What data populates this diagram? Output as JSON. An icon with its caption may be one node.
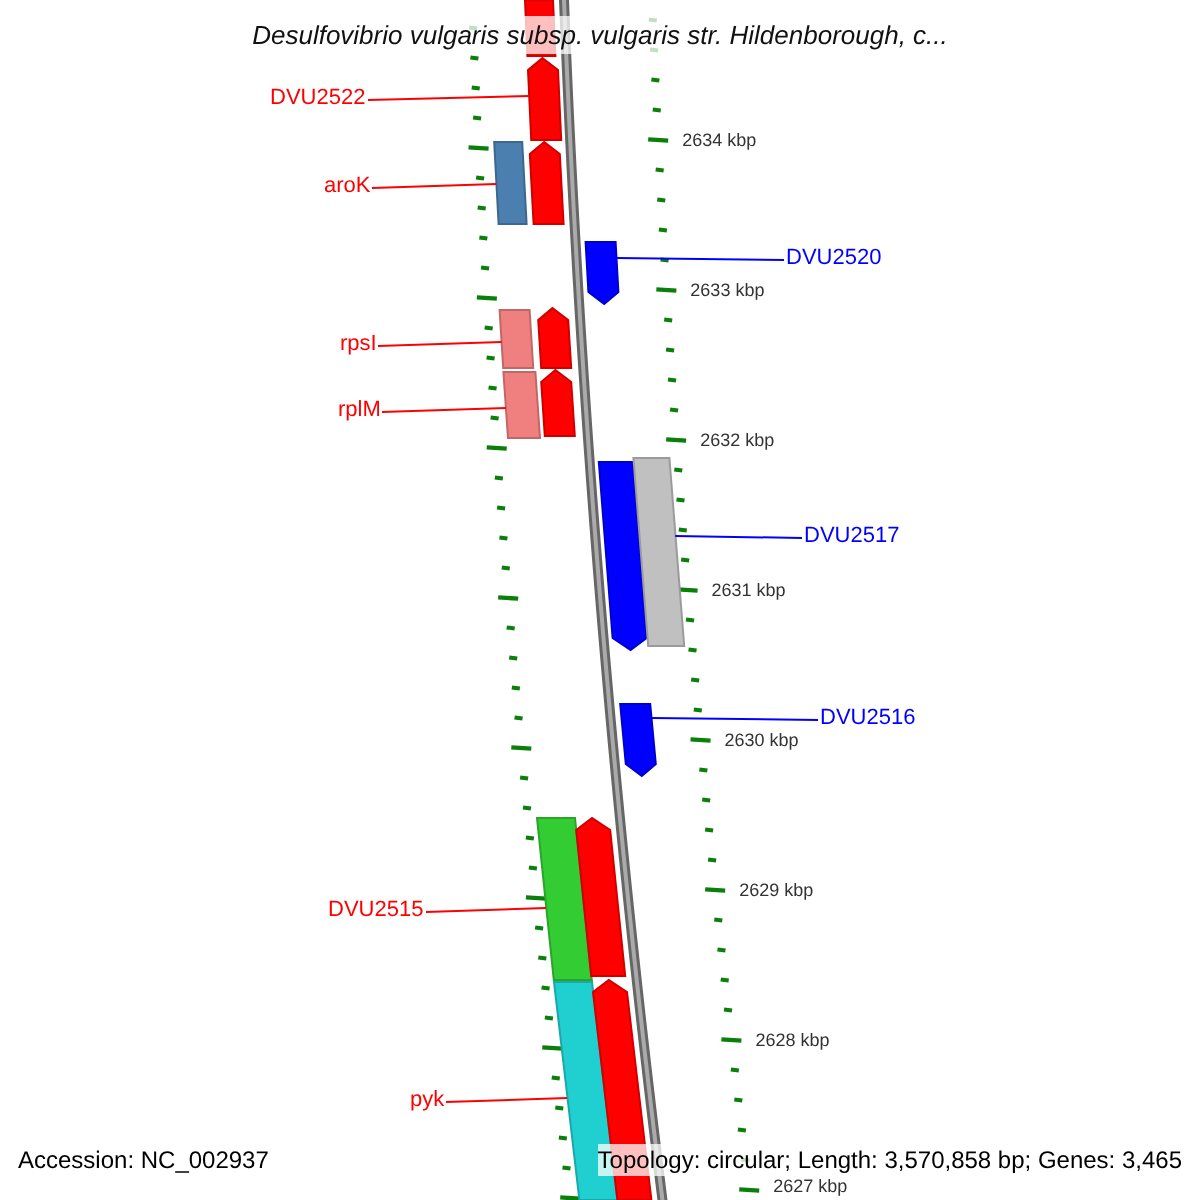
{
  "diagram": {
    "title": "Desulfovibrio vulgaris subsp. vulgaris str. Hildenborough, c...",
    "nodes": [
      {
        "text": [],
        "shape": "bar"
      },
      {
        "text": [
          "DVU2522"
        ]
      },
      {
        "text": [],
        "shape": "bar"
      },
      {
        "text": [
          "aroK"
        ]
      },
      {
        "text": [],
        "shape": "bar"
      },
      {
        "text": [],
        "shape": "bar"
      },
      {
        "text": [
          "DVU2520"
        ]
      },
      {
        "text": [],
        "shape": "bar"
      },
      {
        "text": [
          "rpsI"
        ]
      },
      {
        "text": [],
        "shape": "bar"
      },
      {
        "text": [],
        "shape": "bar"
      },
      {
        "text": [
          "rplM"
        ]
      },
      {
        "text": [],
        "shape": "bar"
      },
      {
        "text": [],
        "shape": "bar"
      },
      {
        "text": [
          "DVU2517"
        ]
      },
      {
        "text": [],
        "shape": "bar"
      },
      {
        "text": [],
        "shape": "bar"
      },
      {
        "text": [
          "DVU2516"
        ]
      },
      {
        "text": [],
        "shape": "bar"
      },
      {
        "text": [
          "DVU2515"
        ]
      },
      {
        "text": [],
        "shape": "bar"
      },
      {
        "text": [],
        "shape": "bar"
      },
      {
        "text": [
          "pyk"
        ]
      },
      {
        "text": [],
        "shape": "bar"
      },
      {
        "text": [],
        "shape": "bar"
      }
    ],
    "edges": [
      {
        "from": 1,
        "to": 2,
        "arrow": "none"
      },
      {
        "from": 3,
        "to": 4,
        "arrow": "none"
      },
      {
        "from": 6,
        "to": 7,
        "arrow": "none",
        "color": "#0000ff"
      },
      {
        "from": 8,
        "to": 9,
        "arrow": "none"
      },
      {
        "from": 11,
        "to": 12,
        "arrow": "none"
      },
      {
        "from": 14,
        "to": 16,
        "arrow": "none",
        "color": "#0000ff"
      },
      {
        "from": 17,
        "to": 18,
        "arrow": "none",
        "color": "#0000ff"
      },
      {
        "from": 19,
        "to": 20,
        "arrow": "none"
      },
      {
        "from": 22,
        "to": 23,
        "arrow": "none"
      }
    ],
    "labels": [
      "2634 kbp",
      "2633 kbp",
      "2632 kbp",
      "2631 kbp",
      "2630 kbp",
      "2629 kbp",
      "2628 kbp",
      "2627 kbp",
      "Accession: NC_002937",
      "Topology: circular; Length: 3,570,858 bp; Genes: 3,465"
    ]
  }
}
